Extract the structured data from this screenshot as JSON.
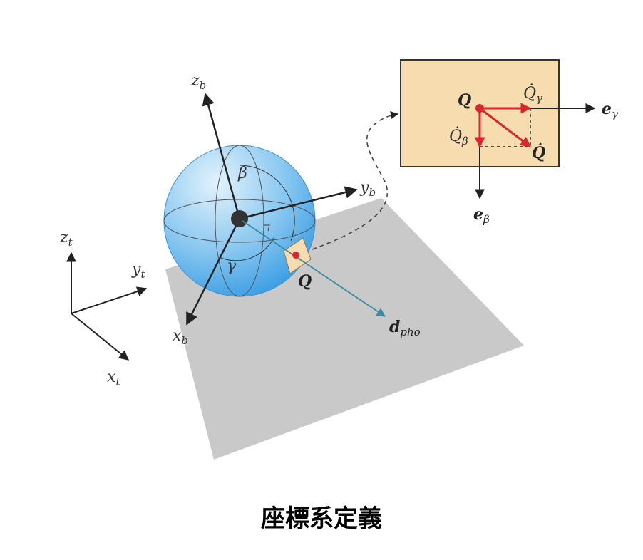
{
  "labels": {
    "zb": "z",
    "zb_sub": "b",
    "yb": "y",
    "yb_sub": "b",
    "xb": "x",
    "xb_sub": "b",
    "zt": "z",
    "zt_sub": "t",
    "yt": "y",
    "yt_sub": "t",
    "xt": "x",
    "xt_sub": "t",
    "beta": "β",
    "gamma": "γ",
    "q_point": "Q",
    "d_pho": "d",
    "d_pho_sub": "pho",
    "inset_q": "Q",
    "q_dot_gamma": "Q̇",
    "q_dot_gamma_sub": "γ",
    "q_dot_beta": "Q̇",
    "q_dot_beta_sub": "β",
    "q_dot": "Q̇",
    "e_gamma": "e",
    "e_gamma_sub": "γ",
    "e_beta": "e",
    "e_beta_sub": "β"
  },
  "caption": "座標系定義",
  "colors": {
    "plane": "#c9c9c9",
    "sphere_light": "#cfe9f9",
    "sphere_dark": "#3aa0e6",
    "inset_fill": "#f6dcae",
    "velocity_red": "#d9262b",
    "d_pho_arrow": "#3a8ca0",
    "axis": "#222222"
  }
}
